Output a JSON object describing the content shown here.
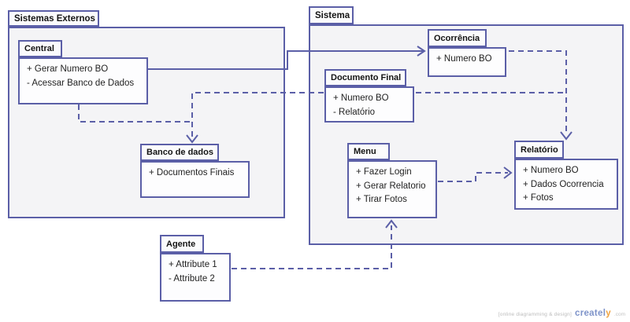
{
  "colors": {
    "line": "#5b5fa7",
    "package_fill": "#f4f4f6",
    "class_fill": "#fdfdfe",
    "tab_fill": "#fbfbfc",
    "text": "#141414",
    "watermark_brand": "#7e93c9",
    "watermark_accent": "#f0a33f"
  },
  "packages": {
    "sistemas_externos": {
      "label": "Sistemas Externos"
    },
    "sistema": {
      "label": "Sistema"
    }
  },
  "classes": {
    "central": {
      "title": "Central",
      "attributes": [
        "+ Gerar Numero BO",
        "- Acessar Banco de Dados"
      ]
    },
    "banco_de_dados": {
      "title": "Banco de dados",
      "attributes": [
        "+ Documentos Finais"
      ]
    },
    "ocorrencia": {
      "title": "Ocorrência",
      "attributes": [
        "+ Numero BO"
      ]
    },
    "documento_final": {
      "title": "Documento Final",
      "attributes": [
        "+ Numero BO",
        "- Relatório"
      ]
    },
    "menu": {
      "title": "Menu",
      "attributes": [
        "+ Fazer Login",
        "+ Gerar Relatorio",
        "+ Tirar Fotos"
      ]
    },
    "relatorio": {
      "title": "Relatório",
      "attributes": [
        "+ Numero BO",
        "+ Dados Ocorrencia",
        "+ Fotos"
      ]
    },
    "agente": {
      "title": "Agente",
      "attributes": [
        "+ Attribute 1",
        "- Attribute 2"
      ]
    }
  },
  "relations": [
    {
      "from": "Central",
      "to": "Ocorrência",
      "style": "solid",
      "arrow": "open"
    },
    {
      "from": "Central",
      "to": "Banco de dados",
      "style": "dashed",
      "arrow": "open"
    },
    {
      "from": "Documento Final",
      "to": "Banco de dados",
      "style": "dashed",
      "arrow": "open"
    },
    {
      "from": "Ocorrência",
      "to": "Relatório",
      "style": "dashed",
      "arrow": "open"
    },
    {
      "from": "Documento Final",
      "to": "Relatório",
      "style": "dashed",
      "arrow": "open"
    },
    {
      "from": "Menu",
      "to": "Relatório",
      "style": "dashed",
      "arrow": "open"
    },
    {
      "from": "Agente",
      "to": "Menu",
      "style": "dashed",
      "arrow": "open"
    }
  ],
  "watermark": {
    "caption": "[online diagramming & design]",
    "brand_prefix": "createl",
    "brand_accent": "y",
    "suffix": ".com"
  }
}
